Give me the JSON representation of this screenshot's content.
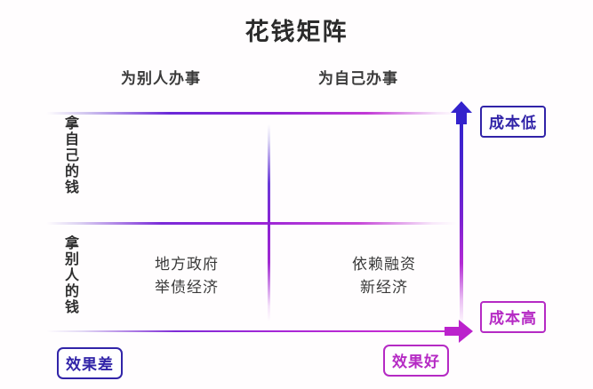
{
  "title": "花钱矩阵",
  "columns": {
    "left": "为别人办事",
    "right": "为自己办事"
  },
  "rows": {
    "top": "拿自己的钱",
    "bottom": "拿别人的钱"
  },
  "quadrants": {
    "top_left": "",
    "top_right": "",
    "bottom_left_line1": "地方政府",
    "bottom_left_line2": "举债经济",
    "bottom_right_line1": "依赖融资",
    "bottom_right_line2": "新经济"
  },
  "tags": {
    "low_cost": "成本低",
    "high_cost": "成本高",
    "bad_effect": "效果差",
    "good_effect": "效果好"
  },
  "colors": {
    "blue": "#3124a8",
    "arrow_up": "#3322cc",
    "magenta": "#b52ac4",
    "arrow_right": "#bb22cc",
    "purple_line": "#8b22d4",
    "title_text": "#2b2b2b",
    "body_text": "#3a3a3a",
    "background": "#fffdfe"
  },
  "axes": {
    "vertical_direction": "up",
    "vertical_meaning_top": "成本低",
    "vertical_meaning_bottom": "成本高",
    "horizontal_direction": "right",
    "horizontal_meaning_left": "效果差",
    "horizontal_meaning_right": "效果好"
  }
}
